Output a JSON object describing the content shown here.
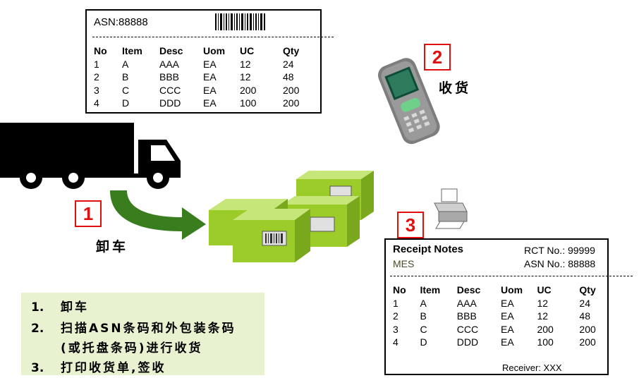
{
  "asn_sheet": {
    "title": "ASN:88888",
    "columns": [
      "No",
      "Item",
      "Desc",
      "Uom",
      "UC",
      "Qty"
    ],
    "rows": [
      [
        "1",
        "A",
        "AAA",
        "EA",
        "12",
        "24"
      ],
      [
        "2",
        "B",
        "BBB",
        "EA",
        "12",
        "48"
      ],
      [
        "3",
        "C",
        "CCC",
        "EA",
        "200",
        "200"
      ],
      [
        "4",
        "D",
        "DDD",
        "EA",
        "100",
        "200"
      ]
    ]
  },
  "steps": {
    "step1": {
      "number": "1",
      "label": "卸车"
    },
    "step2": {
      "number": "2",
      "label": "收货"
    },
    "step3": {
      "number": "3"
    }
  },
  "receipt": {
    "title": "Receipt Notes",
    "company": "MES",
    "rct_no": "RCT No.: 99999",
    "asn_no": "ASN No.: 88888",
    "columns": [
      "No",
      "Item",
      "Desc",
      "Uom",
      "UC",
      "Qty"
    ],
    "rows": [
      [
        "1",
        "A",
        "AAA",
        "EA",
        "12",
        "24"
      ],
      [
        "2",
        "B",
        "BBB",
        "EA",
        "12",
        "48"
      ],
      [
        "3",
        "C",
        "CCC",
        "EA",
        "200",
        "200"
      ],
      [
        "4",
        "D",
        "DDD",
        "EA",
        "100",
        "200"
      ]
    ],
    "receiver": "Receiver: XXX"
  },
  "notes": {
    "line1_num": "1.",
    "line1_text": "卸车",
    "line2_num": "2.",
    "line2_text": "扫描ASN条码和外包装条码",
    "line3_text": "(或托盘条码)进行收货",
    "line4_num": "3.",
    "line4_text": "打印收货单,签收"
  },
  "colors": {
    "badge_red": "#e01010",
    "arrow_green": "#3a7d1e",
    "box_green": "#9ccc2a",
    "notes_bg": "#e8f2d0"
  }
}
